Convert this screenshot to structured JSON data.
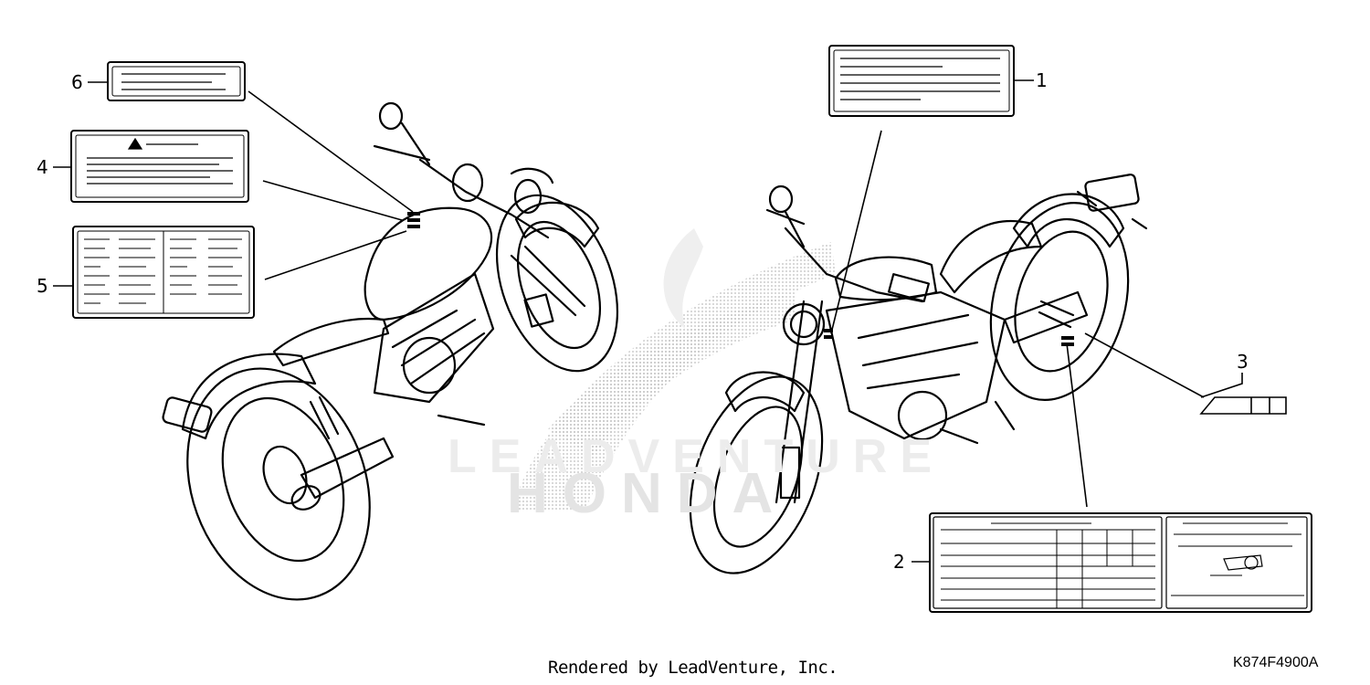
{
  "callouts": [
    {
      "id": "1",
      "label": "1"
    },
    {
      "id": "2",
      "label": "2"
    },
    {
      "id": "3",
      "label": "3"
    },
    {
      "id": "4",
      "label": "4"
    },
    {
      "id": "5",
      "label": "5"
    },
    {
      "id": "6",
      "label": "6"
    }
  ],
  "footer": {
    "credit": "Rendered by LeadVenture, Inc.",
    "code": "K874F4900A"
  },
  "watermark": {
    "top": "LEADVENTURE",
    "bottom": "HONDA"
  }
}
